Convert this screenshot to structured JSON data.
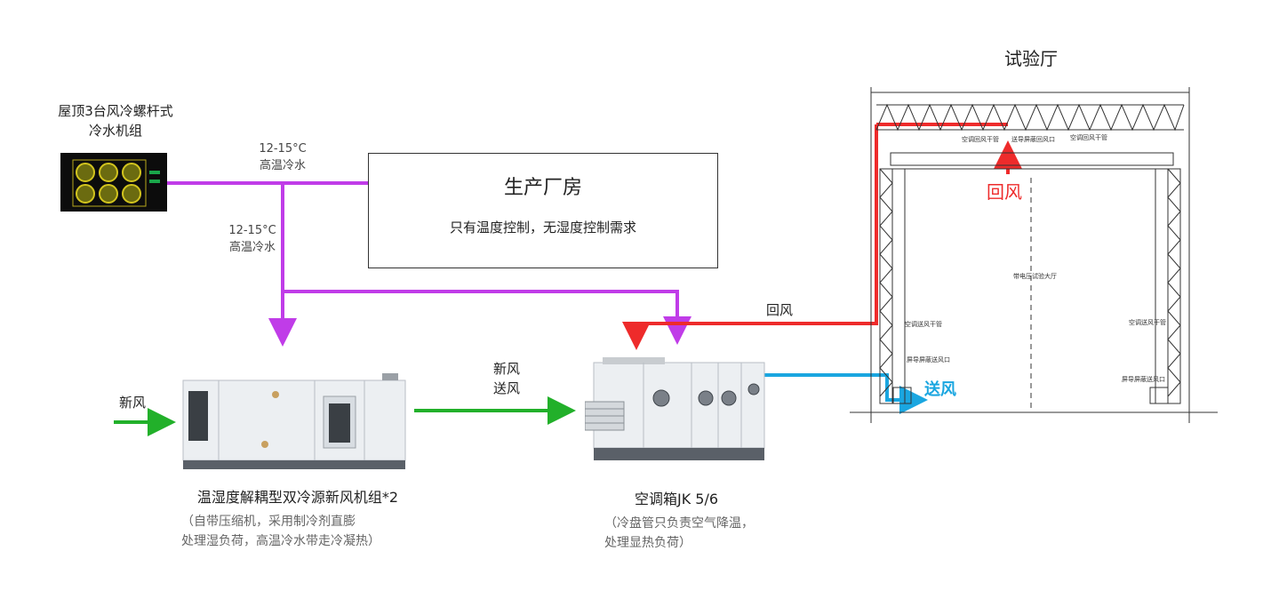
{
  "chiller": {
    "title_line1": "屋顶3台风冷螺杆式",
    "title_line2": "冷水机组"
  },
  "water_top": {
    "temp": "12-15°C",
    "label": "高温冷水"
  },
  "water_left": {
    "temp": "12-15°C",
    "label": "高温冷水"
  },
  "factory": {
    "title": "生产厂房",
    "desc": "只有温度控制，无湿度控制需求"
  },
  "fresh_air_in": "新风",
  "fau": {
    "title": "温湿度解耦型双冷源新风机组*2",
    "note_line1": "（自带压缩机，采用制冷剂直膨",
    "note_line2": "处理湿负荷，高温冷水带走冷凝热）"
  },
  "fresh_supply": {
    "line1": "新风",
    "line2": "送风"
  },
  "ahu": {
    "title": "空调箱JK  5/6",
    "note_line1": "（冷盘管只负责空气降温，",
    "note_line2": "处理显热负荷）"
  },
  "return_air_label": "回风",
  "hall": {
    "title": "试验厅",
    "return_label": "回风",
    "supply_label": "送风",
    "small_labels": [
      "空调回风干管",
      "送导屏蔽回风口",
      "空调回风干管",
      "空调送风干管",
      "空调送风干管",
      "屏导屏蔽送风口",
      "屏导屏蔽送风口",
      "带电压试验大厅"
    ]
  },
  "colors": {
    "water": "#c03ce8",
    "fresh": "#22b02a",
    "return": "#ee2b2b",
    "supply": "#1aa6e0"
  }
}
